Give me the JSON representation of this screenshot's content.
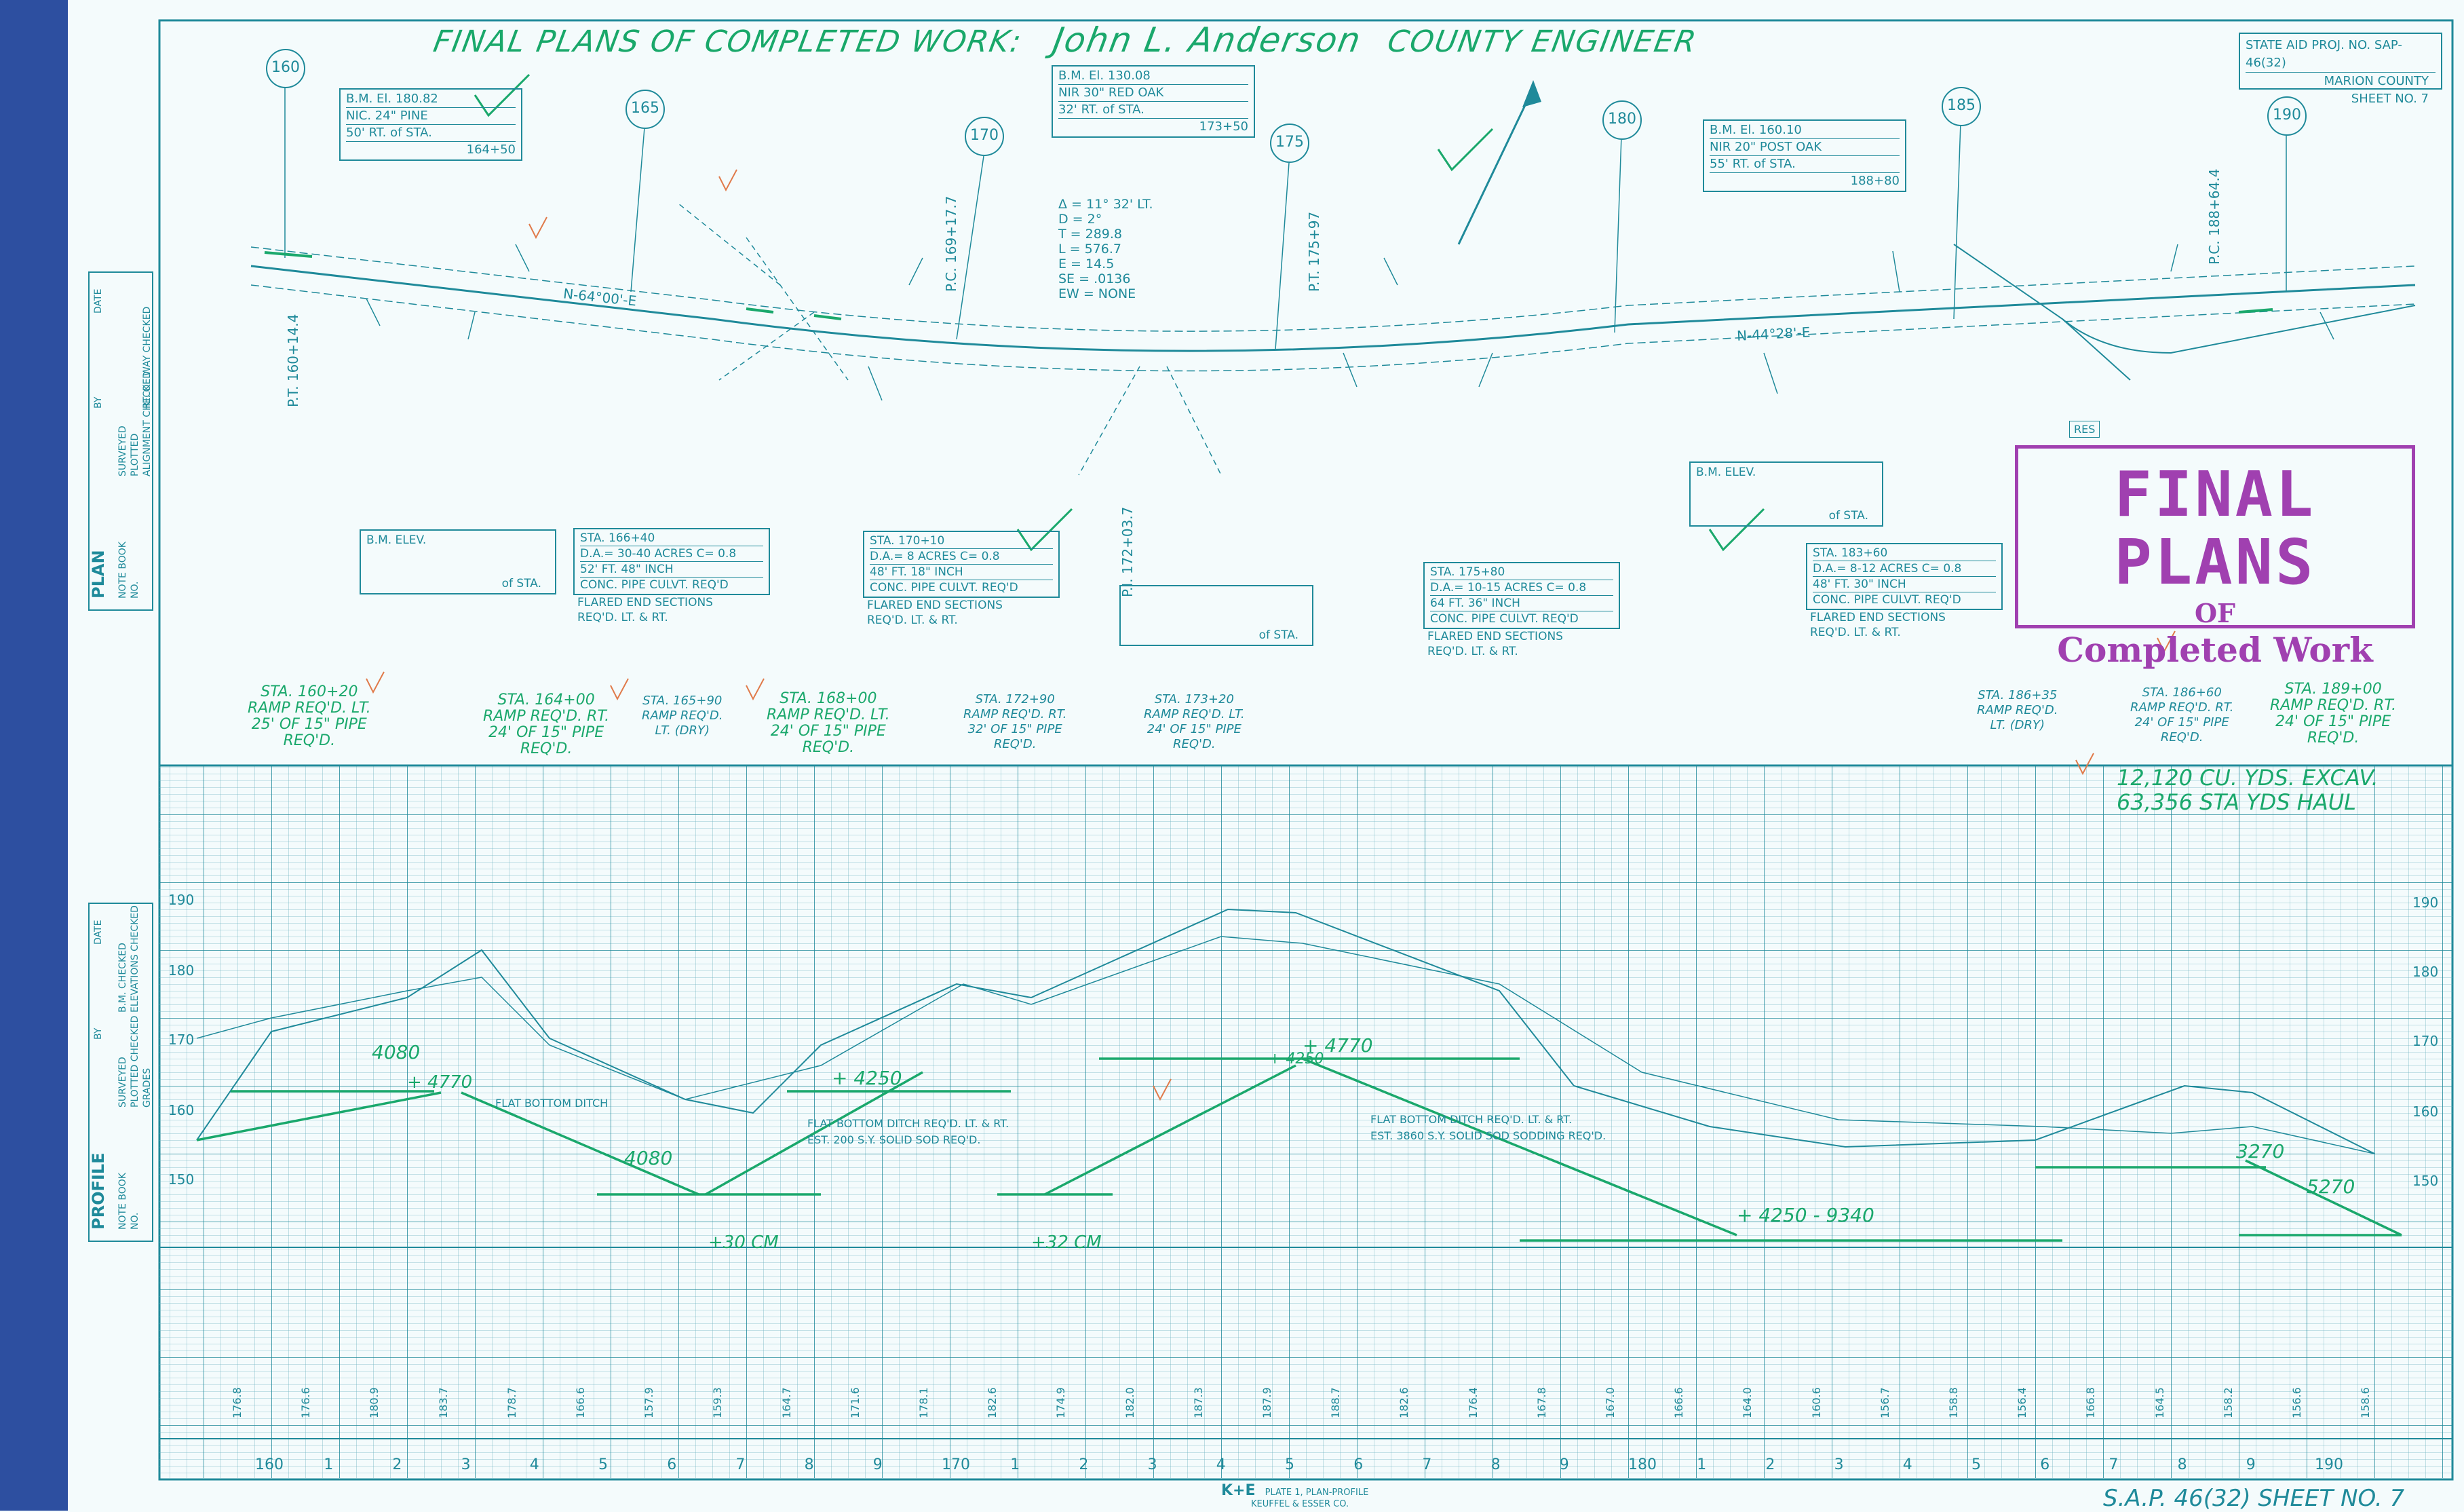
{
  "title": {
    "text": "FINAL PLANS OF COMPLETED WORK:",
    "signature": "John L. Anderson",
    "engineer": "COUNTY ENGINEER"
  },
  "project_box": {
    "row1": "STATE AID PROJ. NO. SAP-46(32)",
    "row2": "MARION COUNTY",
    "row3": "SHEET NO. 7"
  },
  "stamp": {
    "line1": "FINAL PLANS",
    "line2": "OF",
    "line3": "Completed Work"
  },
  "benchmarks": [
    {
      "line1": "B.M. El. 180.82",
      "line2": "NIC. 24\" PINE",
      "line3": "50' RT.        of STA.",
      "line4": "164+50"
    },
    {
      "line1": "B.M. El. 130.08",
      "line2": "NIR 30\" RED OAK",
      "line3": "32' RT.          of STA.",
      "line4": "173+50"
    },
    {
      "line1": "B.M. El. 160.10",
      "line2": "NIR 20\" POST OAK",
      "line3": "55' RT.          of STA.",
      "line4": "188+80"
    }
  ],
  "empty_boxes": [
    {
      "a": "B.M. ELEV.",
      "b": "of STA."
    },
    {
      "a": "",
      "b": "of STA."
    },
    {
      "a": "B.M. ELEV.",
      "b": "of STA."
    }
  ],
  "culverts": [
    {
      "sta": "STA. 166+40",
      "da": "D.A.= 30-40    ACRES C= 0.8",
      "size": "52'    FT.    48\"  INCH",
      "type": "CONC.   PIPE CULVT. REQ'D",
      "foot1": "FLARED END SECTIONS",
      "foot2": "REQ'D. LT. & RT."
    },
    {
      "sta": "STA. 170+10",
      "da": "D.A.=  8      ACRES C= 0.8",
      "size": "48'    FT.    18\"  INCH",
      "type": "CONC.   PIPE CULVT. REQ'D",
      "foot1": "FLARED END SECTIONS",
      "foot2": "REQ'D. LT. & RT."
    },
    {
      "sta": "STA. 175+80",
      "da": "D.A.= 10-15    ACRES C= 0.8",
      "size": "64    FT.    36\"  INCH",
      "type": "CONC.   PIPE CULVT. REQ'D",
      "foot1": "FLARED END SECTIONS",
      "foot2": "REQ'D. LT. & RT."
    },
    {
      "sta": "STA. 183+60",
      "da": "D.A.= 8-12    ACRES C= 0.8",
      "size": "48'    FT.    30\"  INCH",
      "type": "CONC.   PIPE CULVT. REQ'D",
      "foot1": "FLARED END SECTIONS",
      "foot2": "REQ'D. LT. & RT."
    }
  ],
  "curve_data": {
    "delta": "Δ = 11° 32' LT.",
    "d": "D = 2°",
    "t": "T = 289.8",
    "l": "L = 576.7",
    "e": "E = 14.5",
    "se": "SE = .0136",
    "ew": "EW = NONE"
  },
  "alignment": {
    "bearing_left": "N-64°00'-E",
    "bearing_right": "N-44°28'-E",
    "pi": "P.I. 172+03.7",
    "pt_left": "P.T. 160+14.4",
    "pt_right": "P.T. 175+97",
    "pc": "P.C. 169+17.7",
    "pc_right": "P.C. 188+64.4",
    "res": "RES"
  },
  "station_circles": [
    "160",
    "165",
    "170",
    "175",
    "180",
    "185",
    "190"
  ],
  "ramp_notes": [
    {
      "main": "STA. 160+20",
      "l2": "RAMP REQ'D. LT.",
      "l3": "25' OF 15\" PIPE",
      "l4": "REQ'D."
    },
    {
      "main": "STA. 164+00",
      "l2": "RAMP REQ'D. RT.",
      "l3": "24' OF 15\" PIPE",
      "l4": "REQ'D."
    },
    {
      "main": "STA. 165+90",
      "l2": "RAMP REQ'D.",
      "l3": "LT. (DRY)",
      "l4": ""
    },
    {
      "main": "STA. 168+00",
      "l2": "RAMP REQ'D. LT.",
      "l3": "24' OF 15\" PIPE",
      "l4": "REQ'D."
    },
    {
      "main": "STA. 172+90",
      "l2": "RAMP REQ'D. RT.",
      "l3": "32' OF 15\" PIPE",
      "l4": "REQ'D."
    },
    {
      "main": "STA. 173+20",
      "l2": "RAMP REQ'D. LT.",
      "l3": "24' OF 15\" PIPE",
      "l4": "REQ'D."
    },
    {
      "main": "STA. 186+35",
      "l2": "RAMP REQ'D.",
      "l3": "LT. (DRY)",
      "l4": ""
    },
    {
      "main": "STA. 186+60",
      "l2": "RAMP REQ'D. RT.",
      "l3": "24' OF 15\" PIPE",
      "l4": "REQ'D."
    },
    {
      "main": "STA. 189+00",
      "l2": "RAMP REQ'D. RT.",
      "l3": "24' OF 15\" PIPE",
      "l4": "REQ'D."
    }
  ],
  "excavation": {
    "line1": "12,120 CU. YDS. EXCAV.",
    "line2": "63,356 STA YDS HAUL"
  },
  "profile_elev_left": [
    "190",
    "180",
    "170",
    "160",
    "150"
  ],
  "profile_elev_right": [
    "190",
    "180",
    "170",
    "160",
    "150"
  ],
  "profile_grades": [
    {
      "text": "4080"
    },
    {
      "text": "+ 4770"
    },
    {
      "text": "4080"
    },
    {
      "text": "+ 4250"
    },
    {
      "text": "+ 4770"
    },
    {
      "text": "+ 4250"
    },
    {
      "text": "3270"
    },
    {
      "text": "5270"
    },
    {
      "text": "+ 4250 - 9340"
    }
  ],
  "profile_notes": [
    "FLAT BOTTOM DITCH",
    "FLAT BOTTOM DITCH REQ'D. LT. & RT.",
    "FLAT BOTTOM DITCH REQ'D. LT. & RT.",
    "EST. 3860 S.Y. SOLID SOD SODDING REQ'D.",
    "EST. 200 S.Y. SOLID SOD REQ'D.",
    "+30 CM",
    "+32 CM"
  ],
  "station_axis": [
    "160",
    "1",
    "2",
    "3",
    "4",
    "5",
    "6",
    "7",
    "8",
    "9",
    "170",
    "1",
    "2",
    "3",
    "4",
    "5",
    "6",
    "7",
    "8",
    "9",
    "180",
    "1",
    "2",
    "3",
    "4",
    "5",
    "6",
    "7",
    "8",
    "9",
    "190"
  ],
  "bottom_values": [
    "176.8",
    "176.6",
    "180.9",
    "183.7",
    "178.7",
    "166.6",
    "157.9",
    "159.3",
    "164.7",
    "171.6",
    "178.1",
    "182.6",
    "174.9",
    "182.0",
    "187.3",
    "187.9",
    "188.7",
    "182.6",
    "176.4",
    "167.8",
    "167.0",
    "166.6",
    "164.0",
    "160.6",
    "156.7",
    "158.8",
    "156.4",
    "166.8",
    "164.5",
    "158.2",
    "156.6",
    "158.6"
  ],
  "sheet_no": "S.A.P. 46(32)   SHEET NO. 7",
  "plate": {
    "logo": "K+E",
    "line1": "PLATE 1, PLAN-PROFILE",
    "line2": "KEUFFEL & ESSER CO."
  },
  "side_plan": {
    "big": "PLAN",
    "lines": [
      "NOTE BOOK",
      "SURVEYED",
      "PLOTTED",
      "ALIGNMENT CHECKED",
      "RT. OF WAY CHECKED",
      "NO."
    ],
    "by": "BY",
    "date": "DATE"
  },
  "side_profile": {
    "big": "PROFILE",
    "lines": [
      "NOTE BOOK",
      "SURVEYED",
      "PLOTTED CHECKED",
      "GRADES",
      "B.M. CHECKED",
      "ELEVATIONS CHECKED",
      "NO."
    ],
    "by": "BY",
    "date": "DATE"
  },
  "colors": {
    "line": "#1f8a9a",
    "green": "#1aa86c",
    "stamp": "#a040b0",
    "edge": "#2d4fa0"
  }
}
